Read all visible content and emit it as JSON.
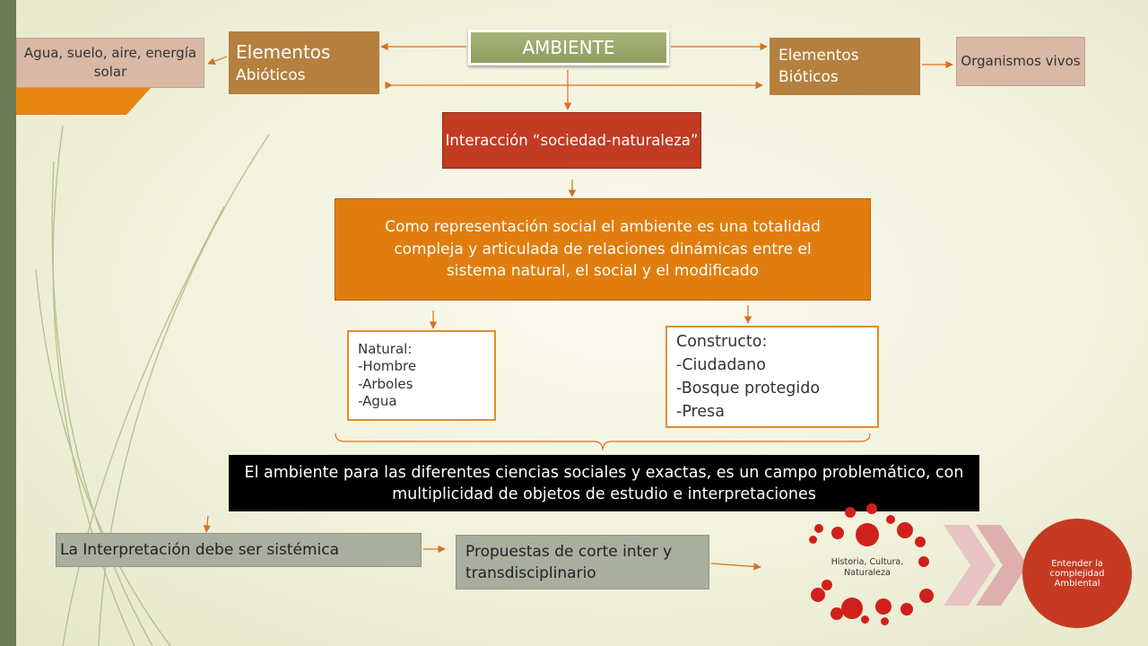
{
  "ambiente": "AMBIENTE",
  "abioticos": {
    "line1": "Elementos",
    "line2": "Abióticos"
  },
  "agua": "Agua, suelo, aire, energía solar",
  "bioticos": {
    "line1": "Elementos",
    "line2": "Bióticos"
  },
  "organismos": "Organismos vivos",
  "interaccion": "Interacción “sociedad-naturaleza”",
  "representacion": "Como representación social el ambiente es una totalidad compleja y articulada de relaciones dinámicas entre el sistema natural, el social y el modificado",
  "natural": {
    "title": "Natural:",
    "items": [
      "-Hombre",
      "-Arboles",
      "-Agua"
    ]
  },
  "constructo": {
    "title": "Constructo:",
    "items": [
      "-Ciudadano",
      "-Bosque protegido",
      "-Presa"
    ]
  },
  "campo": "El ambiente para las diferentes ciencias sociales y exactas, es un campo problemático, con multiplicidad de objetos de estudio e interpretaciones",
  "sistemica": "La Interpretación debe ser sistémica",
  "propuestas": "Propuestas de corte inter y transdisciplinario",
  "cycle_label": "Historia, Cultura, Naturaleza",
  "entender": "Entender la complejidad Ambiental",
  "colors": {
    "accent_orange": "#e07d0e",
    "red": "#c23b22",
    "brown": "#b5803e",
    "green_bar": "#6b7a52",
    "dot_red": "#d0201c"
  }
}
